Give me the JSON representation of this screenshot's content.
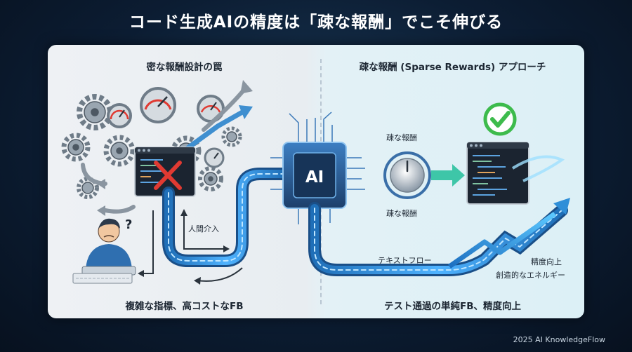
{
  "title": "コード生成AIの精度は「疎な報酬」でこそ伸びる",
  "left": {
    "heading": "密な報酬設計の罠",
    "human_intervention": "人間介入",
    "question_mark": "?",
    "caption": "複雑な指標、高コストなFB"
  },
  "center": {
    "ai_label": "AI"
  },
  "right": {
    "heading": "疎な報酬 (Sparse Rewards) アプローチ",
    "dial_label_top": "疎な報酬",
    "dial_label_bottom": "疎な報酬",
    "text_flow": "テキストフロー",
    "accuracy_up": "精度向上",
    "creative_energy": "創造的なエネルギー",
    "caption": "テスト通過の単純FB、精度向上"
  },
  "footer": "2025 AI KnowledgeFlow",
  "colors": {
    "background": "#0c1d33",
    "flow_blue": "#2f8fd8",
    "check_green": "#3dbb4c",
    "cross_red": "#e03a32",
    "gear_gray": "#6f7c88"
  }
}
